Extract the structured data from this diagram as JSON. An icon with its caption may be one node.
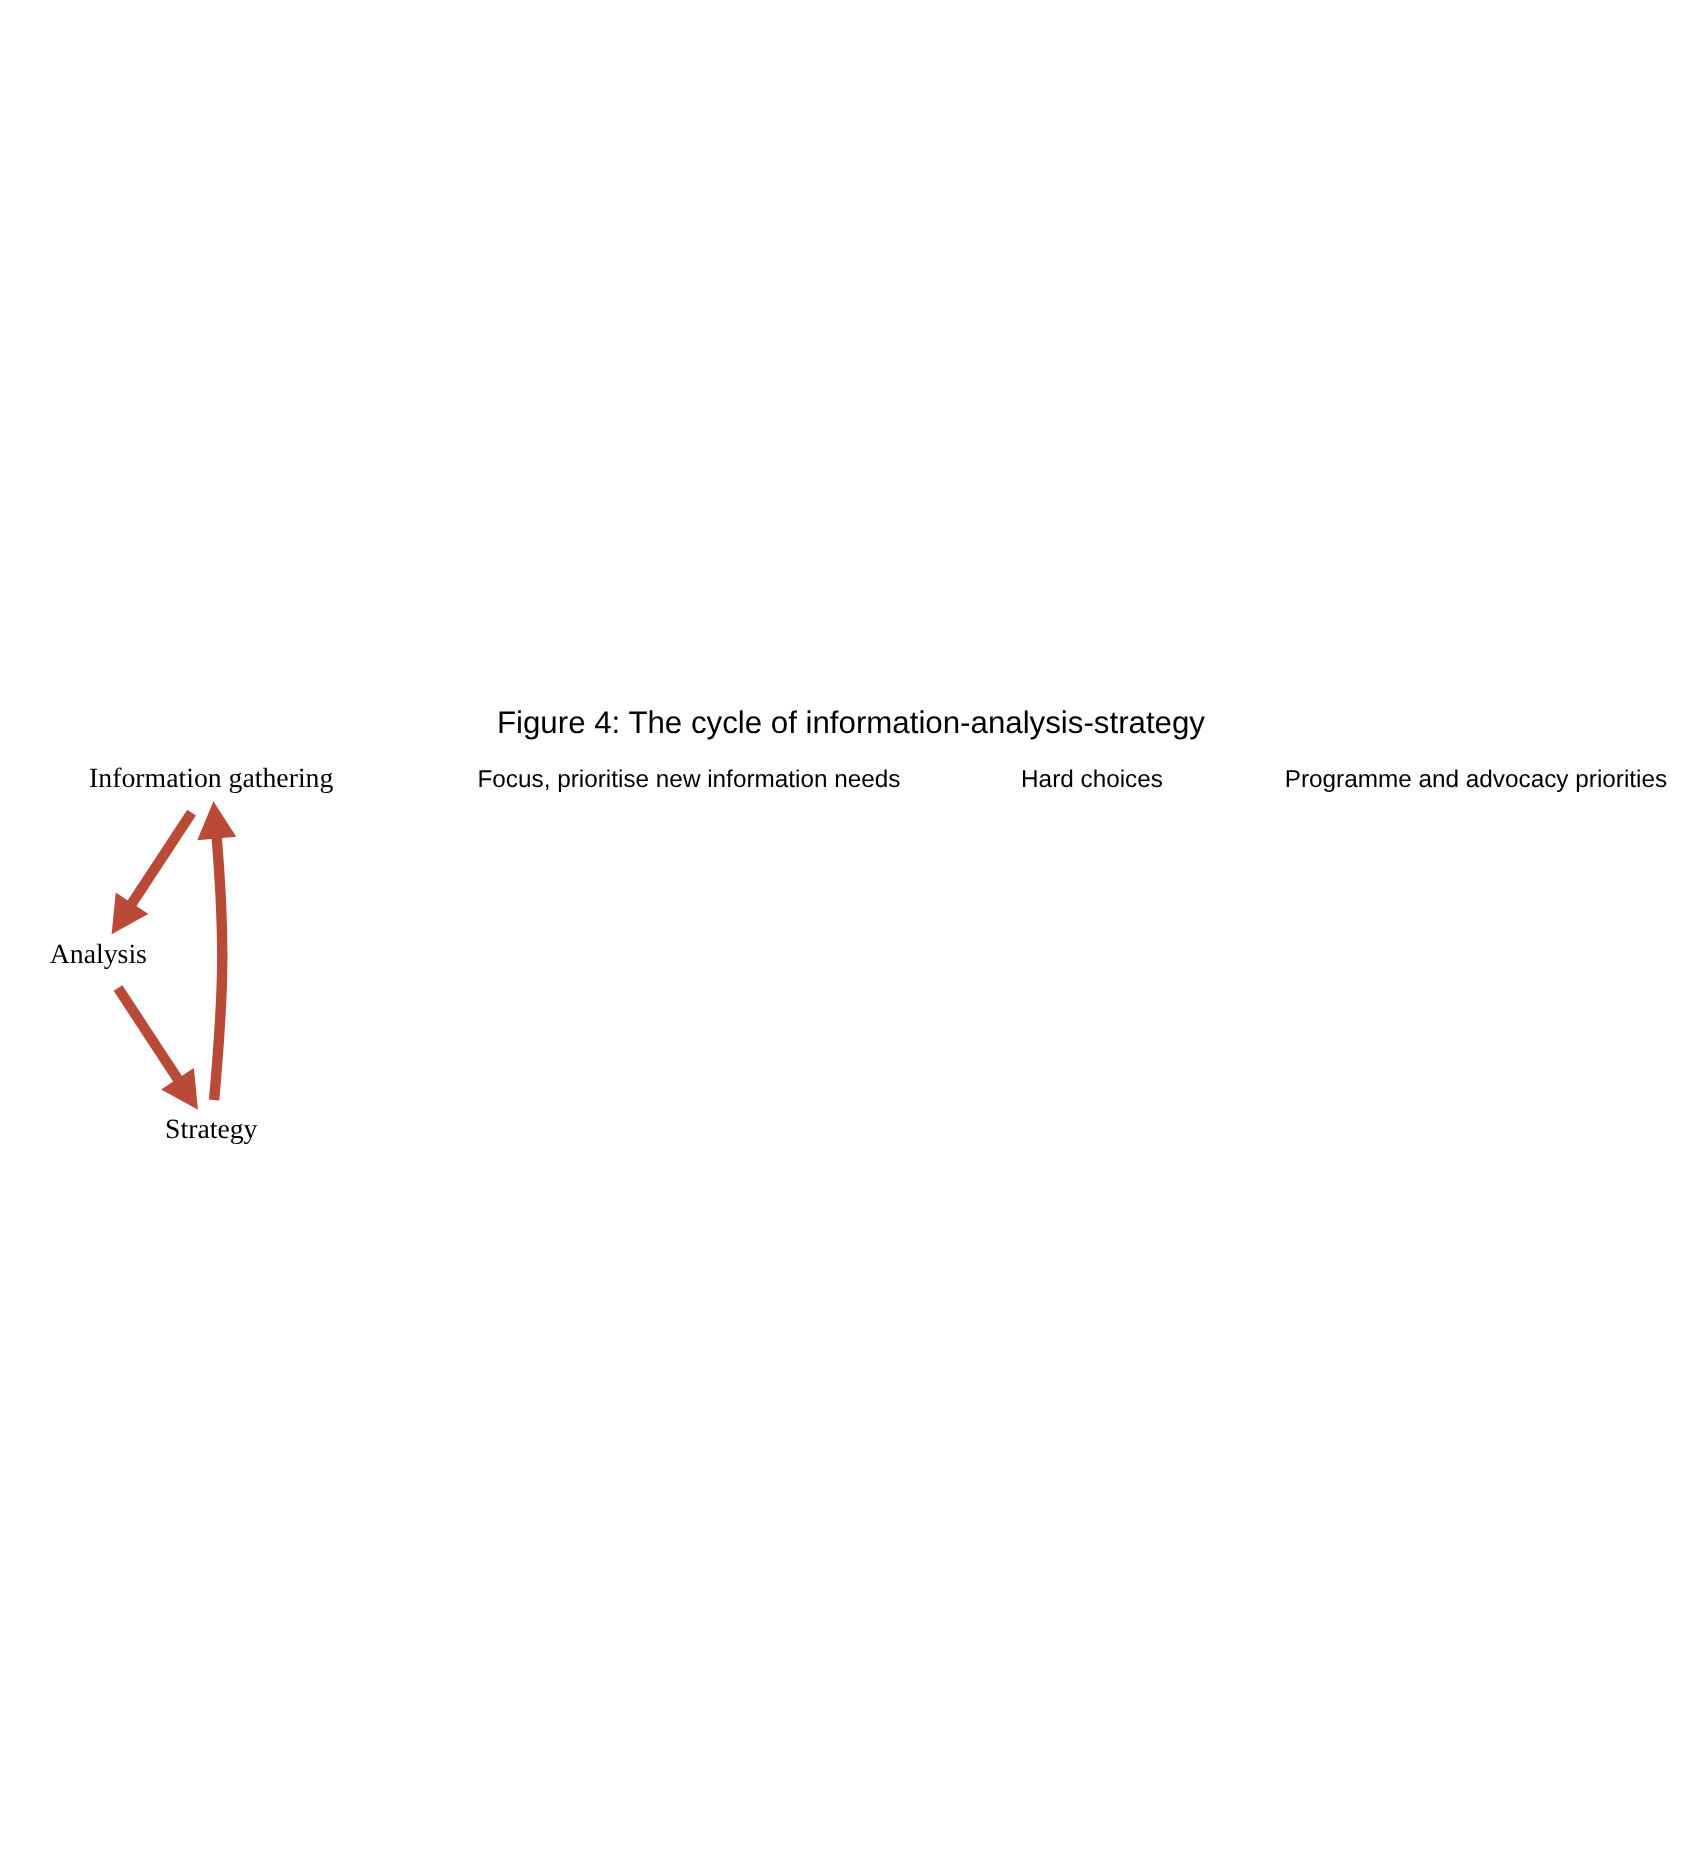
{
  "diagram": {
    "title": "Figure 4: The cycle of information-analysis-strategy",
    "nodes": [
      {
        "text": [
          "Information gathering"
        ]
      },
      {
        "text": [
          "Analysis"
        ]
      },
      {
        "text": [
          "Strategy"
        ]
      }
    ],
    "edges": [
      {
        "from": 0,
        "to": 1,
        "arrow": "to"
      },
      {
        "from": 1,
        "to": 2,
        "arrow": "to"
      },
      {
        "from": 2,
        "to": 0,
        "arrow": "to"
      }
    ],
    "labels": [
      "Focus, prioritise new information needs",
      "Hard choices",
      "Programme and advocacy priorities"
    ]
  }
}
